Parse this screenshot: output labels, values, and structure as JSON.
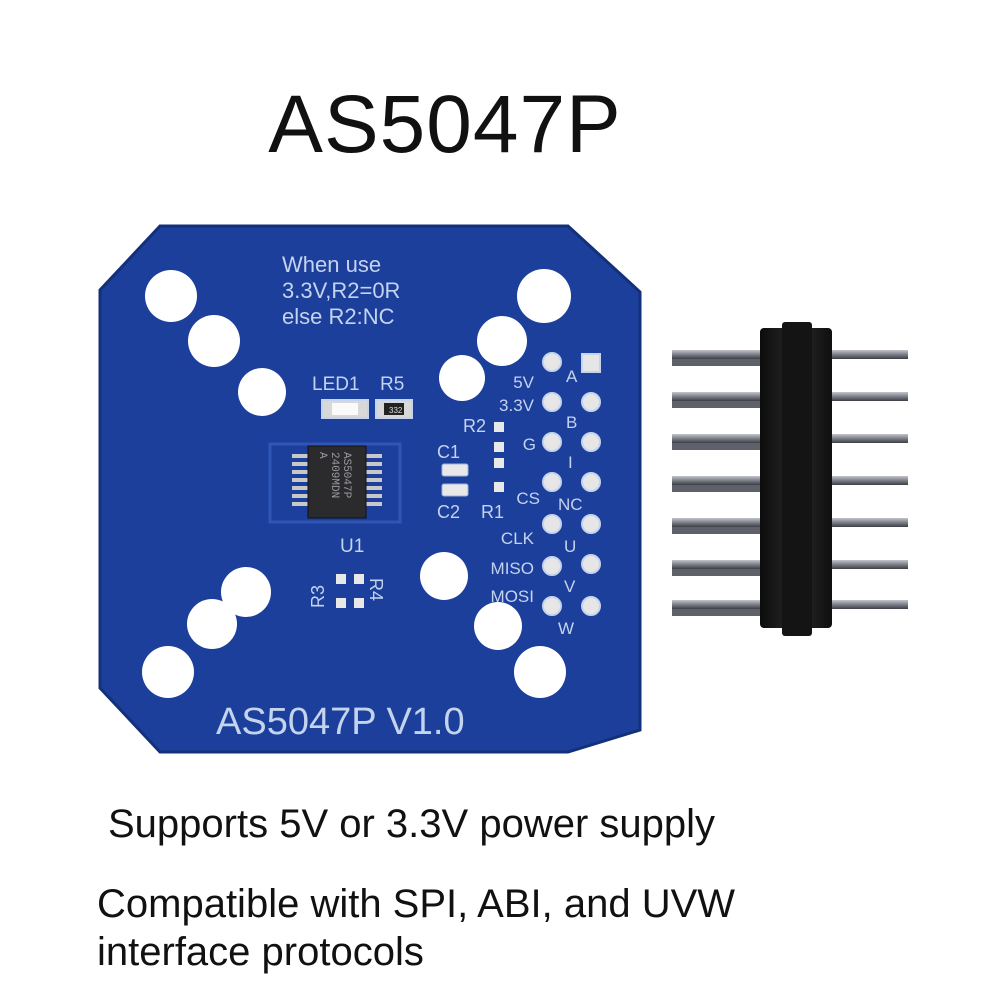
{
  "title": "AS5047P",
  "captions": {
    "line1": "Supports 5V or 3.3V power supply",
    "line2a": "Compatible with SPI, ABI, and UVW",
    "line2b": "interface protocols"
  },
  "board": {
    "note_line1": "When use",
    "note_line2": "3.3V,R2=0R",
    "note_line3": "else R2:NC",
    "led_label": "LED1",
    "r5_label": "R5",
    "r2_label": "R2",
    "c1_label": "C1",
    "c2_label": "C2",
    "r1_label": "R1",
    "u1_label": "U1",
    "r3_label": "R3",
    "r4_label": "R4",
    "resistor_code": "332",
    "chip_line1": "AS5047P",
    "chip_line2": "2409MDN",
    "chip_line3": "A",
    "version": "AS5047P V1.0",
    "pins_left": [
      "5V",
      "3.3V",
      "G",
      "CS",
      "CLK",
      "MISO",
      "MOSI"
    ],
    "pins_right": [
      "A",
      "B",
      "I",
      "NC",
      "U",
      "V",
      "W"
    ]
  },
  "colors": {
    "pcb": "#1c3f9c",
    "silkscreen": "#c4d3ee",
    "pads": "#e8e8e8",
    "header_plastic": "#1a1a1a",
    "header_pins": "#8a8d95"
  }
}
